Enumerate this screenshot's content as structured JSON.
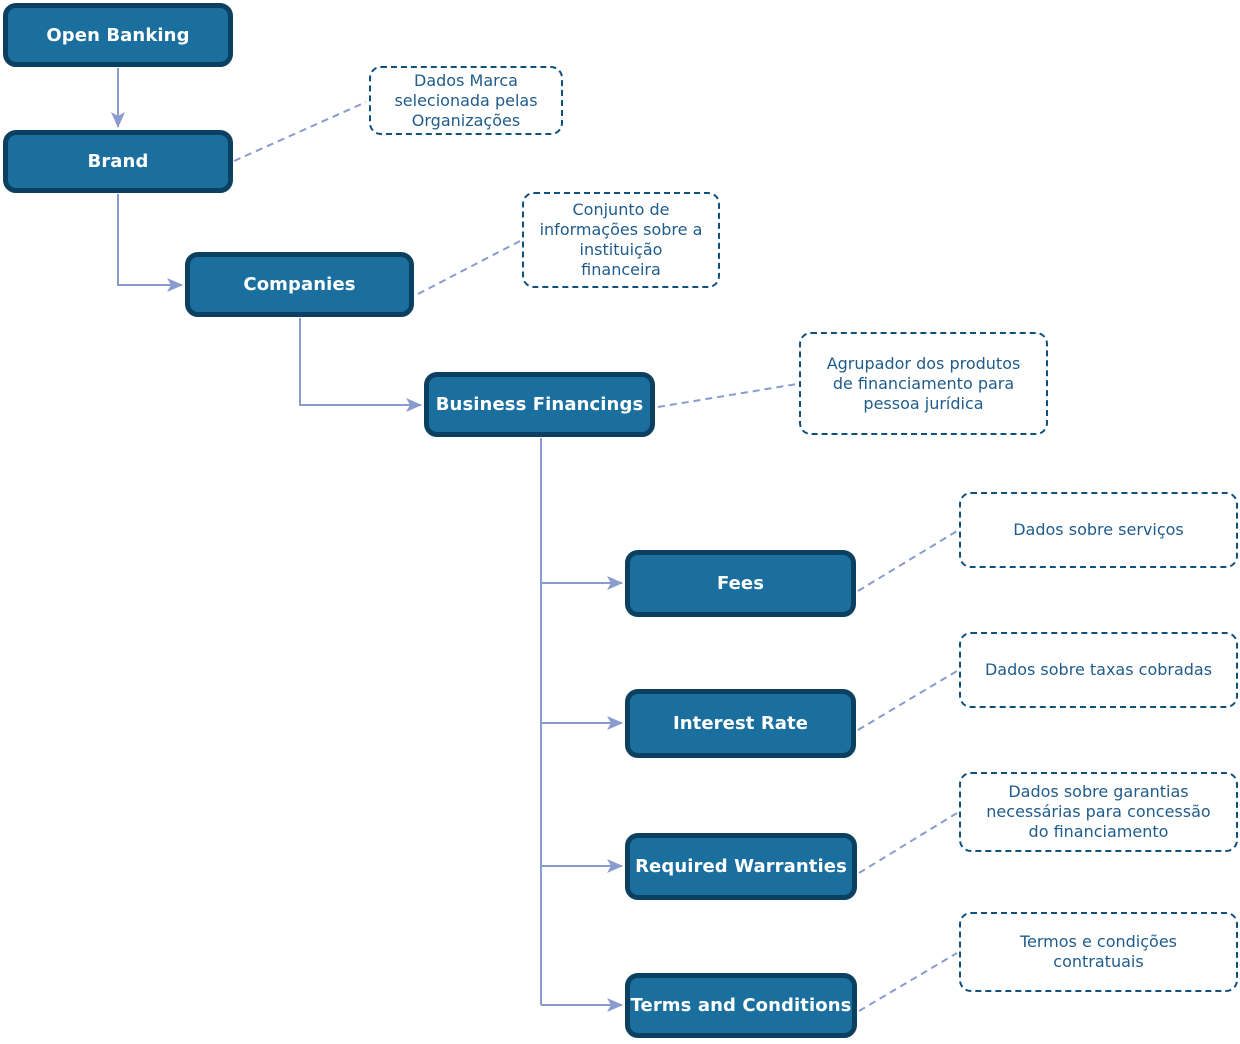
{
  "colors": {
    "node_fill": "#1B6F9E",
    "node_border": "#0C4060",
    "node_text": "#FFFFFF",
    "note_border": "#10507C",
    "note_text": "#1F5C8C",
    "connector": "#8A9CCE",
    "background": "#FFFFFF"
  },
  "nodes": [
    {
      "label": "Open Banking"
    },
    {
      "label": "Brand"
    },
    {
      "label": "Companies"
    },
    {
      "label": "Business Financings"
    },
    {
      "label": "Fees"
    },
    {
      "label": "Interest Rate"
    },
    {
      "label": "Required Warranties"
    },
    {
      "label": "Terms and Conditions"
    }
  ],
  "notes": [
    {
      "for": "Brand",
      "text": "Dados Marca\nselecionada pelas\nOrganizações"
    },
    {
      "for": "Companies",
      "text": "Conjunto de\ninformações sobre a\ninstituição\nfinanceira"
    },
    {
      "for": "Business Financings",
      "text": "Agrupador dos produtos\nde financiamento para\npessoa jurídica"
    },
    {
      "for": "Fees",
      "text": "Dados sobre serviços"
    },
    {
      "for": "Interest Rate",
      "text": "Dados sobre taxas cobradas"
    },
    {
      "for": "Required Warranties",
      "text": "Dados sobre garantias\nnecessárias para concessão\ndo financiamento"
    },
    {
      "for": "Terms and Conditions",
      "text": "Termos e condições\ncontratuais"
    }
  ]
}
